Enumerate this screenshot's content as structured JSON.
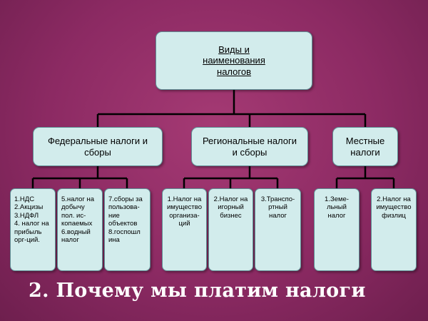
{
  "root": {
    "label": "Виды и\nнаименования\nналогов"
  },
  "federal": {
    "label": "Федеральные налоги и\nсборы",
    "children": [
      {
        "label": "1.НДС\n2.Акцизы\n3.НДФЛ\n4. налог на\nприбыль\nорг-ций."
      },
      {
        "label": "5.налог на\nдобычу\nпол. ис-\nкопаемых\n6.водный\nналог"
      },
      {
        "label": "7.сборы за\nпользова-\nние\nобъектов\n8.госпошл\nина"
      }
    ]
  },
  "regional": {
    "label": "Региональные налоги\nи сборы",
    "children": [
      {
        "label": "1.Налог на\nимущество\nорганиза-\nций"
      },
      {
        "label": "2.Налог на\nигорный\nбизнес"
      },
      {
        "label": "3.Транспо-\nртный\nналог"
      }
    ]
  },
  "local": {
    "label": "Местные\nналоги",
    "children": [
      {
        "label": "1.Земе-\nльный\nналог"
      },
      {
        "label": "2.Налог на\nимущество\nфизлиц"
      }
    ]
  },
  "slide_title": "2. Почему мы платим налоги"
}
